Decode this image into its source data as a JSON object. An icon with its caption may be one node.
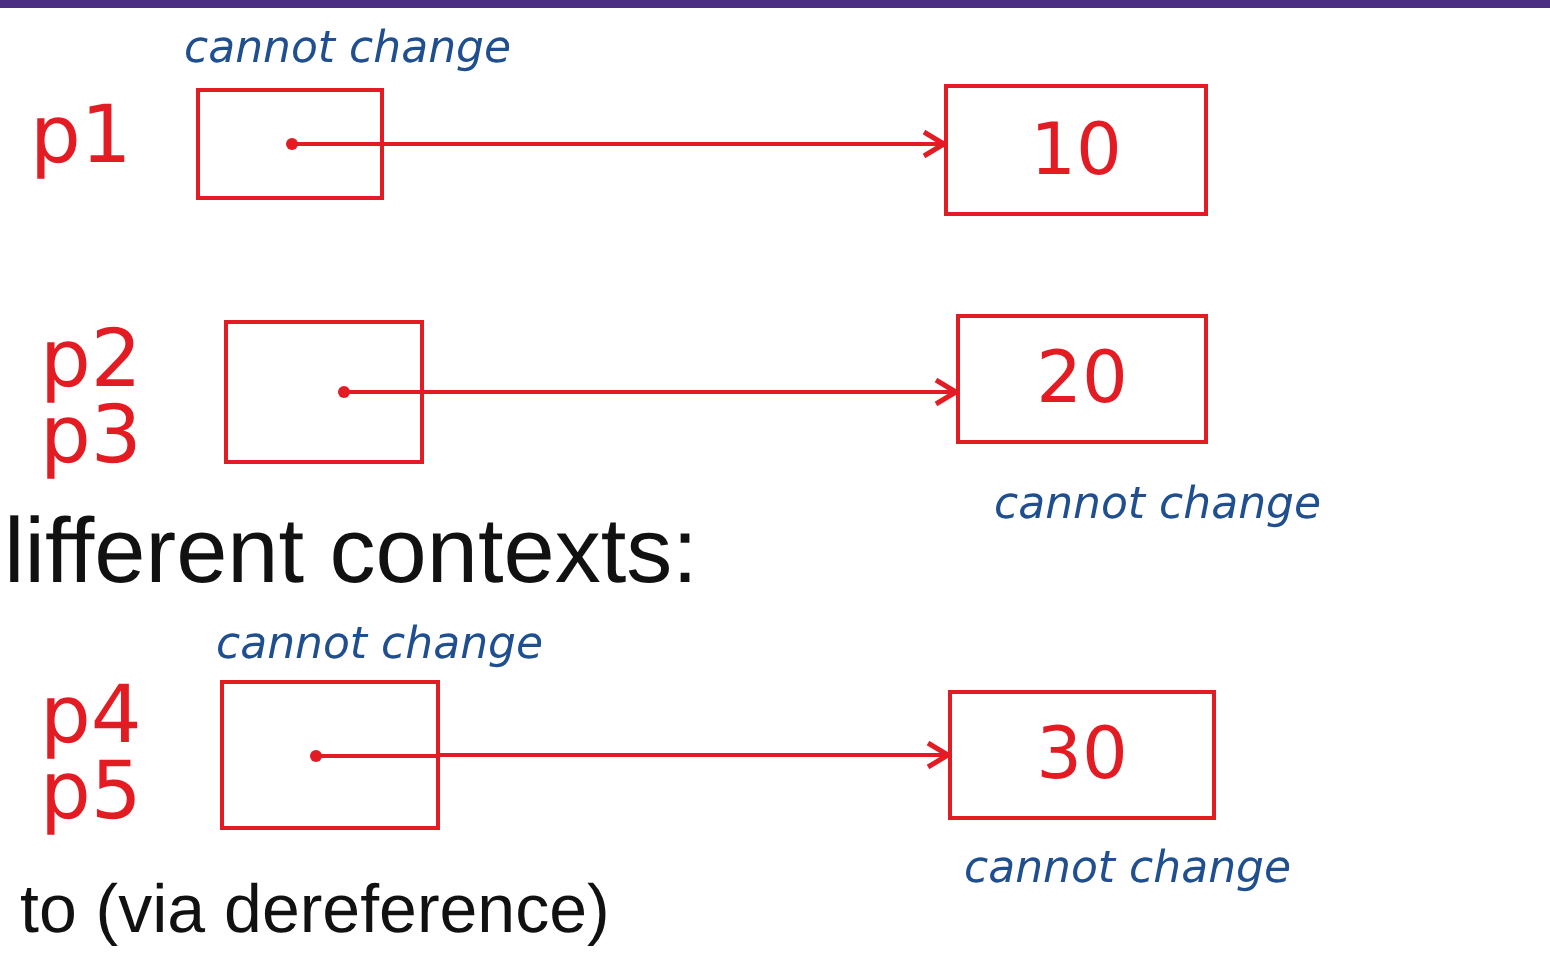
{
  "diagram": {
    "nodes": [
      {
        "text": [],
        "shape": "box",
        "beside": [
          "p1",
          "cannot change"
        ]
      },
      {
        "text": [
          "10"
        ]
      },
      {
        "text": [],
        "shape": "box",
        "beside": [
          "p2",
          "p3"
        ]
      },
      {
        "text": [
          "20"
        ],
        "beside": [
          "cannot change"
        ]
      },
      {
        "text": [],
        "shape": "box",
        "beside": [
          "p4",
          "p5",
          "cannot change"
        ]
      },
      {
        "text": [
          "30"
        ],
        "beside": [
          "cannot change"
        ]
      }
    ],
    "edges": [
      {
        "from": 0,
        "to": 1,
        "arrow": "to"
      },
      {
        "from": 2,
        "to": 3,
        "arrow": "to"
      },
      {
        "from": 4,
        "to": 5,
        "arrow": "to"
      }
    ],
    "labels": [
      "lifferent contexts:",
      "to (via dereference)"
    ]
  }
}
